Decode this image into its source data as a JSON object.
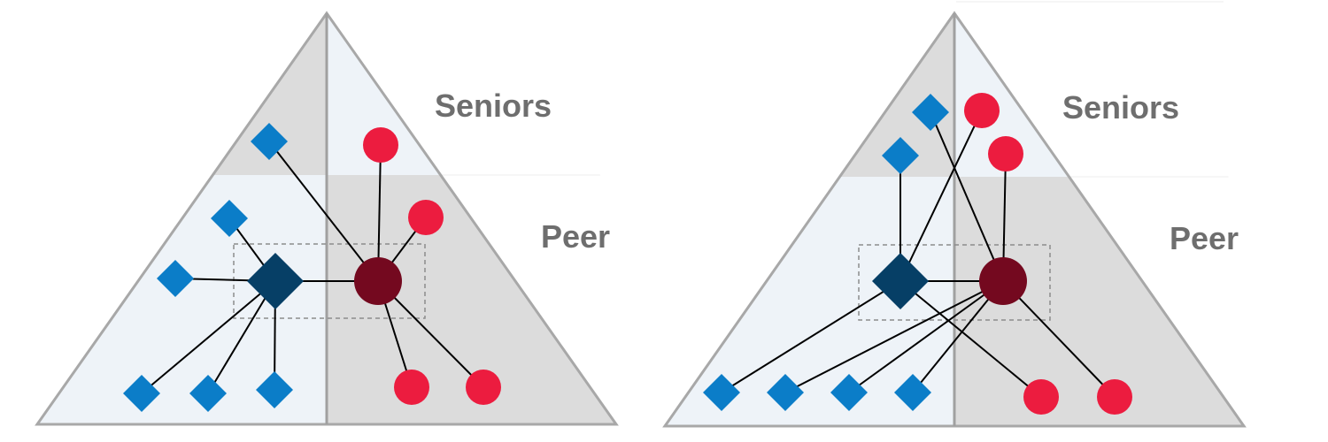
{
  "colors": {
    "light_region": "#eef3f8",
    "dark_region": "#dcdcdc",
    "outline": "#a8a8a8",
    "divider": "#a0a0a0",
    "blue_node": "#0b7dc8",
    "navy_hub": "#063f66",
    "red_node": "#ec1c3f",
    "maroon_hub": "#74091f",
    "edge": "#000000",
    "hub_box": "#8c8c8c",
    "label": "#6e6e6e"
  },
  "node_shapes": {
    "blue": "diamond",
    "red": "circle",
    "blue_hub": "diamond",
    "red_hub": "circle"
  },
  "diagrams": [
    {
      "seniors_label": "Seniors",
      "peer_label": "Peer"
    },
    {
      "seniors_label": "Seniors",
      "peer_label": "Peer"
    }
  ]
}
